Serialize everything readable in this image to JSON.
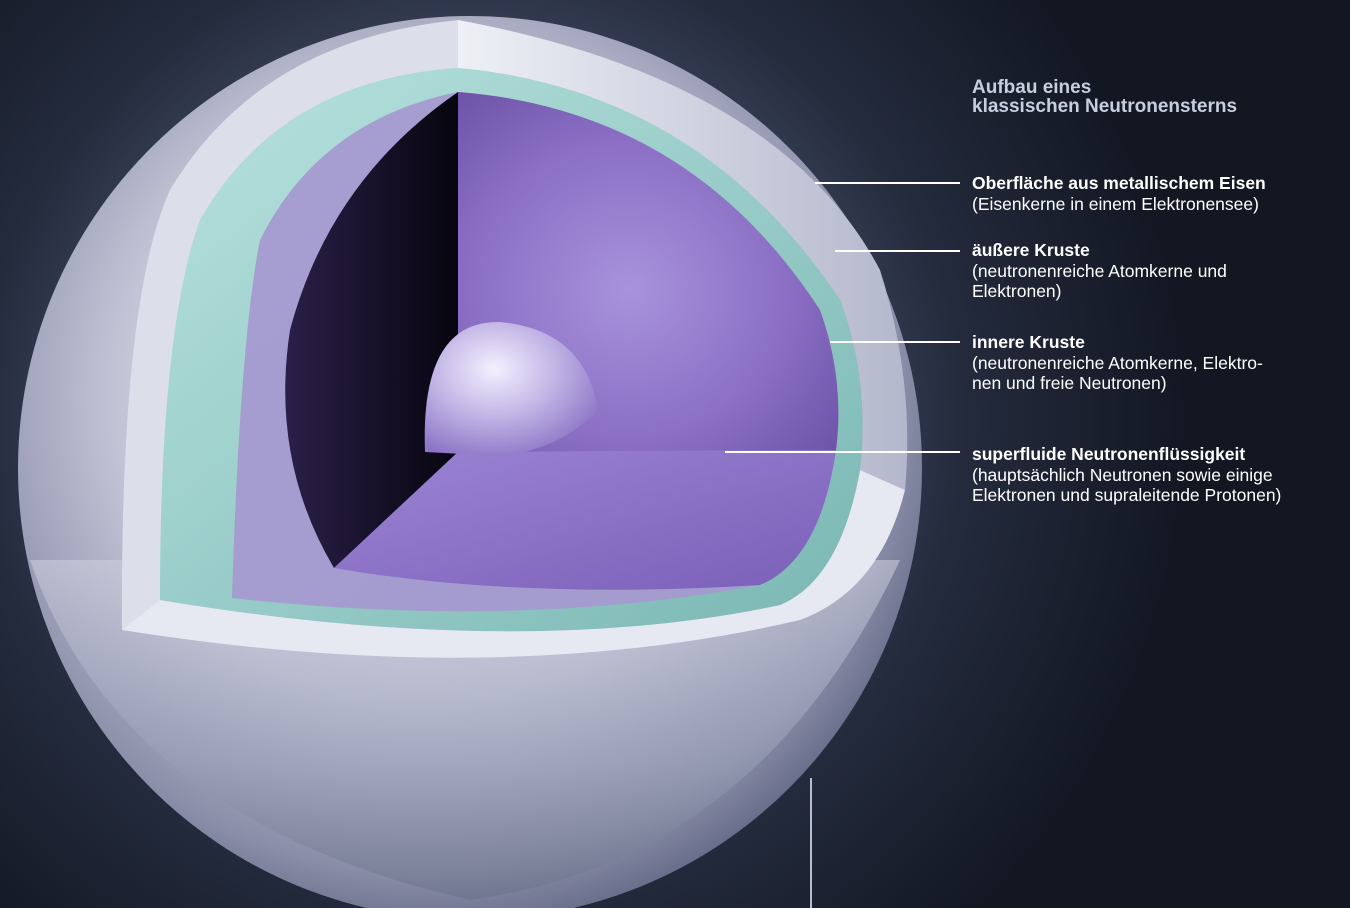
{
  "title": {
    "line1": "Aufbau eines",
    "line2": "klassischen Neutronensterns"
  },
  "layers": [
    {
      "name": "Oberfläche aus metallischem Eisen",
      "description": "(Eisenkerne in einem Elektronensee)"
    },
    {
      "name": "äußere Kruste",
      "description_lines": [
        "(neutronenreiche Atomkerne und",
        "Elektronen)"
      ]
    },
    {
      "name": "innere Kruste",
      "description_lines": [
        "(neutronenreiche Atomkerne, Elektro-",
        "nen und freie Neutronen)"
      ]
    },
    {
      "name": "superfluide Neutronenflüssigkeit",
      "description_lines": [
        "(hauptsächlich Neutronen sowie einige",
        "Elektronen und supraleitende Protonen)"
      ]
    }
  ],
  "colors": {
    "shell": "#d8dae6",
    "crust_outer": "#8fc8c4",
    "interior": "#8a6fc4",
    "core": "#d6d0ec",
    "background": "#1a2030",
    "label_text": "#ffffff",
    "title_text": "#c6cfe0"
  }
}
